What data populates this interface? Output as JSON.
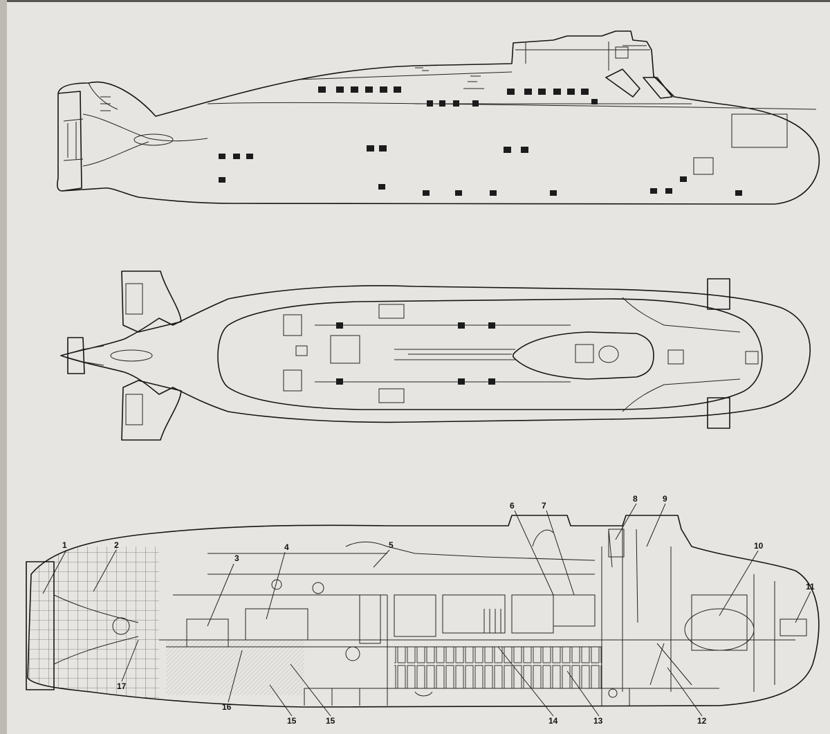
{
  "figure": {
    "views": [
      "side-view",
      "top-view",
      "cutaway-profile"
    ],
    "callouts": [
      {
        "id": "c1",
        "label": "1"
      },
      {
        "id": "c2",
        "label": "2"
      },
      {
        "id": "c3",
        "label": "3"
      },
      {
        "id": "c4",
        "label": "4"
      },
      {
        "id": "c5",
        "label": "5"
      },
      {
        "id": "c6",
        "label": "6"
      },
      {
        "id": "c7",
        "label": "7"
      },
      {
        "id": "c8",
        "label": "8"
      },
      {
        "id": "c9",
        "label": "9"
      },
      {
        "id": "c10",
        "label": "10"
      },
      {
        "id": "c11",
        "label": "11"
      },
      {
        "id": "c12",
        "label": "12"
      },
      {
        "id": "c13",
        "label": "13"
      },
      {
        "id": "c14",
        "label": "14"
      },
      {
        "id": "c15a",
        "label": "15"
      },
      {
        "id": "c15b",
        "label": "15"
      },
      {
        "id": "c16",
        "label": "16"
      },
      {
        "id": "c17",
        "label": "17"
      }
    ],
    "colors": {
      "paper": "#e7e5e1",
      "ink": "#151515"
    }
  }
}
